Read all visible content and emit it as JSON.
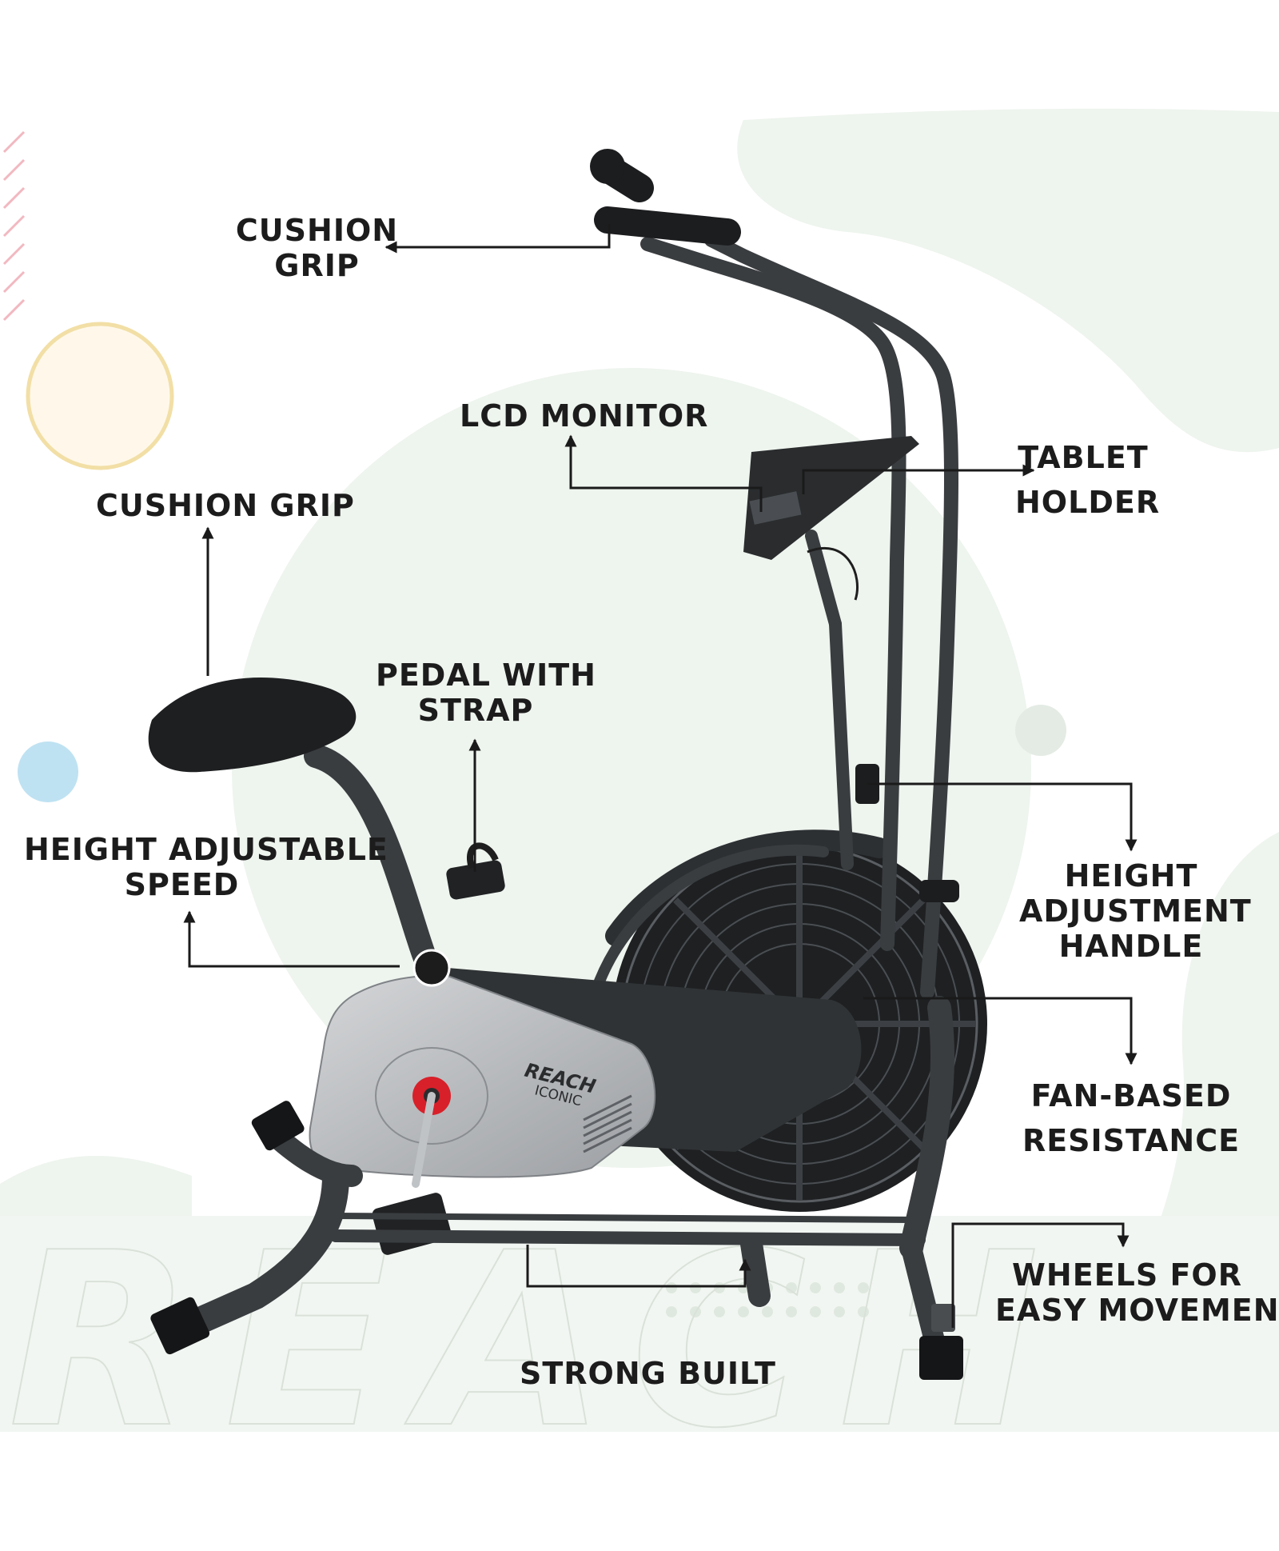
{
  "labels": {
    "cushion_grip_top": {
      "line1": "CUSHION",
      "line2": "GRIP"
    },
    "lcd_monitor": "LCD MONITOR",
    "tablet_holder": {
      "line1": "TABLET",
      "line2": "HOLDER"
    },
    "cushion_grip_seat": "CUSHION GRIP",
    "pedal_with_strap": {
      "line1": "PEDAL WITH",
      "line2": "STRAP"
    },
    "height_adjustable_speed": {
      "line1": "HEIGHT ADJUSTABLE",
      "line2": "SPEED"
    },
    "height_adjustment_handle": {
      "line1": "HEIGHT",
      "line2": "ADJUSTMENT",
      "line3": "HANDLE"
    },
    "fan_based_resistance": {
      "line1": "FAN-BASED",
      "line2": "RESISTANCE"
    },
    "wheels": {
      "line1": "WHEELS FOR",
      "line2": "EASY MOVEMENT"
    },
    "strong_built": "STRONG BUILT"
  },
  "product": {
    "brand_logo_text": "REACH",
    "model_logo_text": "ICONIC",
    "watermark_text": "REACH"
  },
  "colors": {
    "background_blob": "#eef4ee",
    "frame": "#3a3d40",
    "cover": "#b9bcbf",
    "accent_red": "#d8202a",
    "label_text": "#1c1c1c",
    "circle_outline": "#f2dfa6",
    "blue_dot": "#bfe2f2",
    "pink_stripes": "#f2b8c0"
  }
}
